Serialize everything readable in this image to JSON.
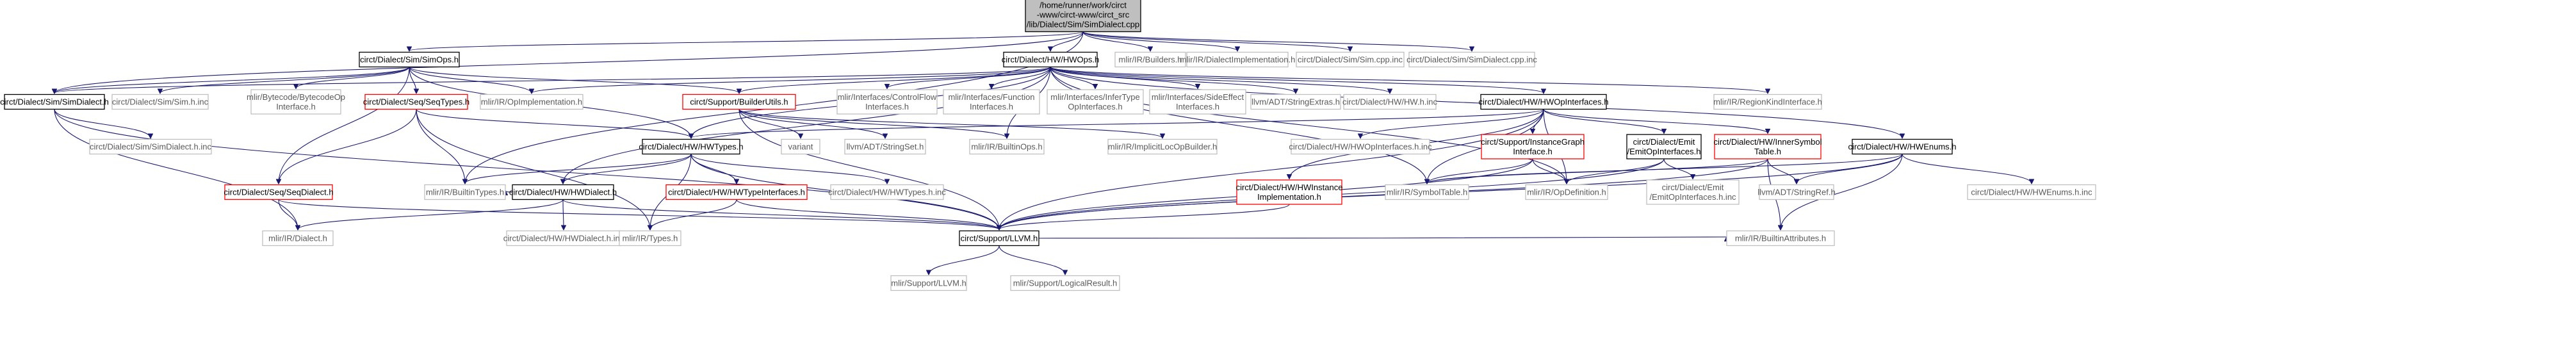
{
  "colors": {
    "edge": "#191970",
    "root_fill": "#bfbfbf",
    "documented_border": "#000000",
    "documented_text": "#000000",
    "red_border": "#ff0000",
    "red_text": "#000000",
    "external_border": "#bfbfbf",
    "external_text": "#5a5a5a"
  },
  "nodes": [
    {
      "id": "root",
      "style": "root",
      "lines": [
        "/home/runner/work/circt",
        "-www/circt-www/circt_src",
        "/lib/Dialect/Sim/SimDialect.cpp"
      ]
    },
    {
      "id": "simops",
      "style": "documented",
      "lines": [
        "circt/Dialect/Sim/SimOps.h"
      ]
    },
    {
      "id": "mlir_builders",
      "style": "external",
      "lines": [
        "mlir/IR/Builders.h"
      ]
    },
    {
      "id": "mlir_dialectimpl",
      "style": "external",
      "lines": [
        "mlir/IR/DialectImplementation.h"
      ]
    },
    {
      "id": "sim_cpp_inc",
      "style": "external",
      "lines": [
        "circt/Dialect/Sim/Sim.cpp.inc"
      ]
    },
    {
      "id": "simdialect_cpp_inc",
      "style": "external",
      "lines": [
        "circt/Dialect/Sim/SimDialect.cpp.inc"
      ]
    },
    {
      "id": "hwops",
      "style": "documented",
      "lines": [
        "circt/Dialect/HW/HWOps.h"
      ]
    },
    {
      "id": "simdialect_h",
      "style": "documented",
      "lines": [
        "circt/Dialect/Sim/SimDialect.h"
      ]
    },
    {
      "id": "sim_h_inc",
      "style": "external",
      "lines": [
        "circt/Dialect/Sim/Sim.h.inc"
      ]
    },
    {
      "id": "bytecode",
      "style": "external",
      "lines": [
        "mlir/Bytecode/BytecodeOp",
        "Interface.h"
      ]
    },
    {
      "id": "seqtypes",
      "style": "red",
      "lines": [
        "circt/Dialect/Seq/SeqTypes.h"
      ]
    },
    {
      "id": "opimpl",
      "style": "external",
      "lines": [
        "mlir/IR/OpImplementation.h"
      ]
    },
    {
      "id": "builderutils",
      "style": "red",
      "lines": [
        "circt/Support/BuilderUtils.h"
      ]
    },
    {
      "id": "controlflow",
      "style": "external",
      "lines": [
        "mlir/Interfaces/ControlFlow",
        "Interfaces.h"
      ]
    },
    {
      "id": "functionif",
      "style": "external",
      "lines": [
        "mlir/Interfaces/Function",
        "Interfaces.h"
      ]
    },
    {
      "id": "infertype",
      "style": "external",
      "lines": [
        "mlir/Interfaces/InferType",
        "OpInterfaces.h"
      ]
    },
    {
      "id": "sideeffect",
      "style": "external",
      "lines": [
        "mlir/Interfaces/SideEffect",
        "Interfaces.h"
      ]
    },
    {
      "id": "stringextras",
      "style": "external",
      "lines": [
        "llvm/ADT/StringExtras.h"
      ]
    },
    {
      "id": "hw_h_inc",
      "style": "external",
      "lines": [
        "circt/Dialect/HW/HW.h.inc"
      ]
    },
    {
      "id": "hwopinterfaces",
      "style": "documented",
      "lines": [
        "circt/Dialect/HW/HWOpInterfaces.h"
      ]
    },
    {
      "id": "regionkind",
      "style": "external",
      "lines": [
        "mlir/IR/RegionKindInterface.h"
      ]
    },
    {
      "id": "simdialect_h_inc",
      "style": "external",
      "lines": [
        "circt/Dialect/Sim/SimDialect.h.inc"
      ]
    },
    {
      "id": "hwtypes",
      "style": "documented",
      "lines": [
        "circt/Dialect/HW/HWTypes.h"
      ]
    },
    {
      "id": "variant",
      "style": "external",
      "lines": [
        "variant"
      ]
    },
    {
      "id": "stringset",
      "style": "external",
      "lines": [
        "llvm/ADT/StringSet.h"
      ]
    },
    {
      "id": "builtinops",
      "style": "external",
      "lines": [
        "mlir/IR/BuiltinOps.h"
      ]
    },
    {
      "id": "implicitloc",
      "style": "external",
      "lines": [
        "mlir/IR/ImplicitLocOpBuilder.h"
      ]
    },
    {
      "id": "hwopinterfaces_inc",
      "style": "external",
      "lines": [
        "circt/Dialect/HW/HWOpInterfaces.h.inc"
      ]
    },
    {
      "id": "instancegraphif",
      "style": "red",
      "lines": [
        "circt/Support/InstanceGraph",
        "Interface.h"
      ]
    },
    {
      "id": "emitopinterfaces",
      "style": "documented",
      "lines": [
        "circt/Dialect/Emit",
        "/EmitOpInterfaces.h"
      ]
    },
    {
      "id": "innersymbol",
      "style": "red",
      "lines": [
        "circt/Dialect/HW/InnerSymbol",
        "Table.h"
      ]
    },
    {
      "id": "hwenums",
      "style": "documented",
      "lines": [
        "circt/Dialect/HW/HWEnums.h"
      ]
    },
    {
      "id": "seqdialect",
      "style": "red",
      "lines": [
        "circt/Dialect/Seq/SeqDialect.h"
      ]
    },
    {
      "id": "builtintypes",
      "style": "external",
      "lines": [
        "mlir/IR/BuiltinTypes.h"
      ]
    },
    {
      "id": "hwdialect",
      "style": "documented",
      "lines": [
        "circt/Dialect/HW/HWDialect.h"
      ]
    },
    {
      "id": "hwtypeinterfaces",
      "style": "red",
      "lines": [
        "circt/Dialect/HW/HWTypeInterfaces.h"
      ]
    },
    {
      "id": "hwtypes_inc",
      "style": "external",
      "lines": [
        "circt/Dialect/HW/HWTypes.h.inc"
      ]
    },
    {
      "id": "hwinstanceimpl",
      "style": "red",
      "lines": [
        "circt/Dialect/HW/HWInstance",
        "Implementation.h"
      ]
    },
    {
      "id": "symboltable",
      "style": "external",
      "lines": [
        "mlir/IR/SymbolTable.h"
      ]
    },
    {
      "id": "opdefinition",
      "style": "external",
      "lines": [
        "mlir/IR/OpDefinition.h"
      ]
    },
    {
      "id": "emitopinterfaces_inc",
      "style": "external",
      "lines": [
        "circt/Dialect/Emit",
        "/EmitOpInterfaces.h.inc"
      ]
    },
    {
      "id": "stringref",
      "style": "external",
      "lines": [
        "llvm/ADT/StringRef.h"
      ]
    },
    {
      "id": "hwenums_inc",
      "style": "external",
      "lines": [
        "circt/Dialect/HW/HWEnums.h.inc"
      ]
    },
    {
      "id": "mlir_dialect",
      "style": "external",
      "lines": [
        "mlir/IR/Dialect.h"
      ]
    },
    {
      "id": "hwdialect_inc",
      "style": "external",
      "lines": [
        "circt/Dialect/HW/HWDialect.h.inc"
      ]
    },
    {
      "id": "mlir_types",
      "style": "external",
      "lines": [
        "mlir/IR/Types.h"
      ]
    },
    {
      "id": "llvm_h",
      "style": "documented",
      "lines": [
        "circt/Support/LLVM.h"
      ]
    },
    {
      "id": "builtinattrs",
      "style": "external",
      "lines": [
        "mlir/IR/BuiltinAttributes.h"
      ]
    },
    {
      "id": "mlir_support_llvm",
      "style": "external",
      "lines": [
        "mlir/Support/LLVM.h"
      ]
    },
    {
      "id": "logicalresult",
      "style": "external",
      "lines": [
        "mlir/Support/LogicalResult.h"
      ]
    }
  ],
  "edges": [
    [
      "root",
      "simops"
    ],
    [
      "root",
      "mlir_builders"
    ],
    [
      "root",
      "mlir_dialectimpl"
    ],
    [
      "root",
      "sim_cpp_inc"
    ],
    [
      "root",
      "simdialect_cpp_inc"
    ],
    [
      "root",
      "hwops"
    ],
    [
      "root",
      "simdialect_h"
    ],
    [
      "root",
      "builtintypes"
    ],
    [
      "simops",
      "simdialect_h"
    ],
    [
      "simops",
      "sim_h_inc"
    ],
    [
      "simops",
      "bytecode"
    ],
    [
      "simops",
      "seqtypes"
    ],
    [
      "simops",
      "opimpl"
    ],
    [
      "simops",
      "builderutils"
    ],
    [
      "simops",
      "hwtypes"
    ],
    [
      "simops",
      "seqdialect"
    ],
    [
      "hwops",
      "simdialect_h"
    ],
    [
      "hwops",
      "opimpl"
    ],
    [
      "hwops",
      "builderutils"
    ],
    [
      "hwops",
      "controlflow"
    ],
    [
      "hwops",
      "functionif"
    ],
    [
      "hwops",
      "infertype"
    ],
    [
      "hwops",
      "sideeffect"
    ],
    [
      "hwops",
      "stringextras"
    ],
    [
      "hwops",
      "hw_h_inc"
    ],
    [
      "hwops",
      "hwopinterfaces"
    ],
    [
      "hwops",
      "regionkind"
    ],
    [
      "hwops",
      "hwtypes"
    ],
    [
      "hwops",
      "hwdialect"
    ],
    [
      "hwops",
      "builtinops"
    ],
    [
      "hwops",
      "symboltable"
    ],
    [
      "hwops",
      "opdefinition"
    ],
    [
      "hwops",
      "hwenums"
    ],
    [
      "simdialect_h",
      "simdialect_h_inc"
    ],
    [
      "simdialect_h",
      "mlir_dialect"
    ],
    [
      "simdialect_h",
      "llvm_h"
    ],
    [
      "seqtypes",
      "builtintypes"
    ],
    [
      "seqtypes",
      "seqdialect"
    ],
    [
      "seqtypes",
      "hwtypes"
    ],
    [
      "seqtypes",
      "mlir_types"
    ],
    [
      "builderutils",
      "variant"
    ],
    [
      "builderutils",
      "stringset"
    ],
    [
      "builderutils",
      "builtinops"
    ],
    [
      "builderutils",
      "implicitloc"
    ],
    [
      "builderutils",
      "llvm_h"
    ],
    [
      "hwopinterfaces",
      "hwopinterfaces_inc"
    ],
    [
      "hwopinterfaces",
      "instancegraphif"
    ],
    [
      "hwopinterfaces",
      "emitopinterfaces"
    ],
    [
      "hwopinterfaces",
      "innersymbol"
    ],
    [
      "hwopinterfaces",
      "hwinstanceimpl"
    ],
    [
      "hwopinterfaces",
      "hwtypes"
    ],
    [
      "hwopinterfaces",
      "symboltable"
    ],
    [
      "hwopinterfaces",
      "opdefinition"
    ],
    [
      "hwopinterfaces",
      "llvm_h"
    ],
    [
      "hwtypes",
      "builtintypes"
    ],
    [
      "hwtypes",
      "hwdialect"
    ],
    [
      "hwtypes",
      "hwtypeinterfaces"
    ],
    [
      "hwtypes",
      "hwtypes_inc"
    ],
    [
      "hwtypes",
      "llvm_h"
    ],
    [
      "hwtypes",
      "mlir_types"
    ],
    [
      "instancegraphif",
      "symboltable"
    ],
    [
      "instancegraphif",
      "opdefinition"
    ],
    [
      "instancegraphif",
      "llvm_h"
    ],
    [
      "emitopinterfaces",
      "opdefinition"
    ],
    [
      "emitopinterfaces",
      "emitopinterfaces_inc"
    ],
    [
      "emitopinterfaces",
      "llvm_h"
    ],
    [
      "innersymbol",
      "symboltable"
    ],
    [
      "innersymbol",
      "stringref"
    ],
    [
      "innersymbol",
      "builtinattrs"
    ],
    [
      "innersymbol",
      "llvm_h"
    ],
    [
      "hwenums",
      "symboltable"
    ],
    [
      "hwenums",
      "stringref"
    ],
    [
      "hwenums",
      "hwenums_inc"
    ],
    [
      "hwenums",
      "builtinattrs"
    ],
    [
      "hwenums",
      "llvm_h"
    ],
    [
      "seqdialect",
      "mlir_dialect"
    ],
    [
      "seqdialect",
      "llvm_h"
    ],
    [
      "hwdialect",
      "builtintypes"
    ],
    [
      "hwdialect",
      "mlir_dialect"
    ],
    [
      "hwdialect",
      "hwdialect_inc"
    ],
    [
      "hwdialect",
      "llvm_h"
    ],
    [
      "hwtypeinterfaces",
      "mlir_types"
    ],
    [
      "hwtypeinterfaces",
      "llvm_h"
    ],
    [
      "hwinstanceimpl",
      "llvm_h"
    ],
    [
      "llvm_h",
      "mlir_support_llvm"
    ],
    [
      "llvm_h",
      "logicalresult"
    ],
    [
      "llvm_h",
      "builtinattrs"
    ]
  ]
}
